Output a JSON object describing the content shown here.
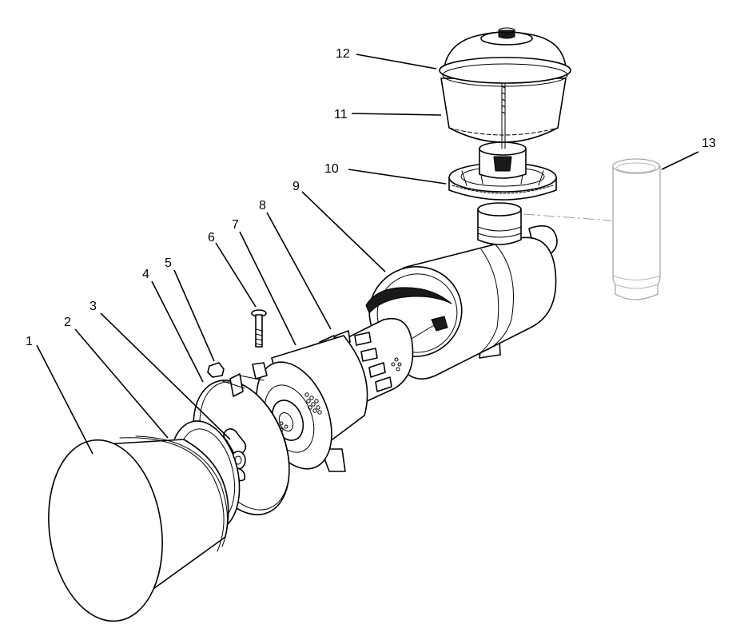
{
  "callouts": [
    {
      "number": "1"
    },
    {
      "number": "2"
    },
    {
      "number": "3"
    },
    {
      "number": "4"
    },
    {
      "number": "5"
    },
    {
      "number": "6"
    },
    {
      "number": "7"
    },
    {
      "number": "8"
    },
    {
      "number": "9"
    },
    {
      "number": "10"
    },
    {
      "number": "11"
    },
    {
      "number": "12"
    },
    {
      "number": "13"
    }
  ],
  "colors": {
    "line": "#000000",
    "ghost": "#a8a8a8",
    "background": "#ffffff"
  }
}
